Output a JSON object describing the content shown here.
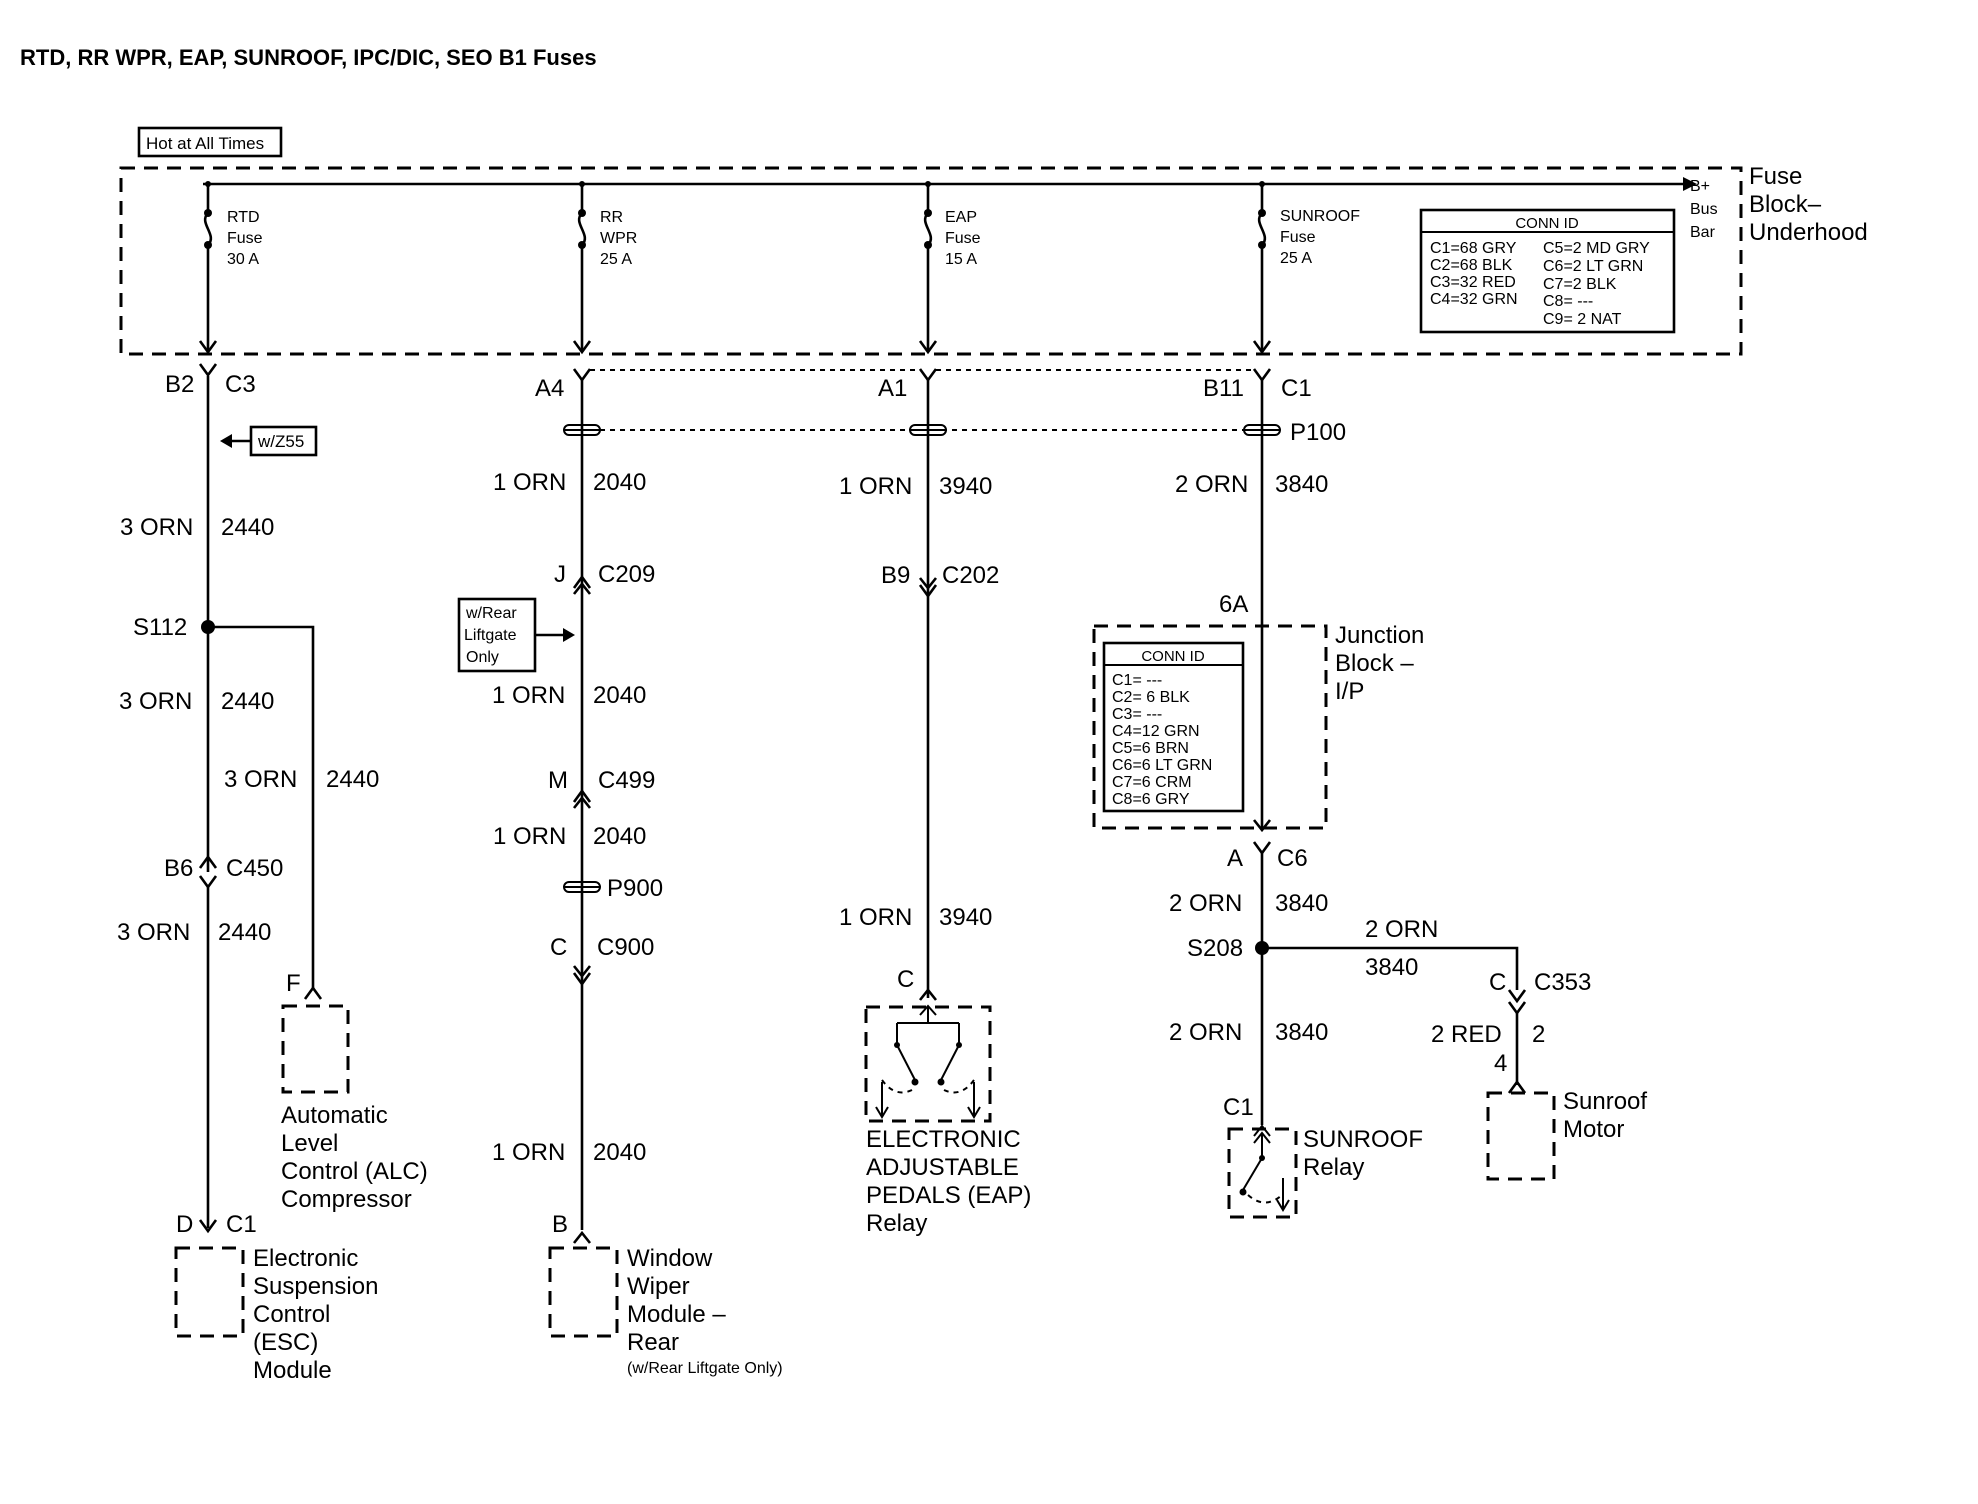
{
  "title": "RTD, RR WPR, EAP, SUNROOF, IPC/DIC, SEO B1 Fuses",
  "hot_label": "Hot at All Times",
  "bus_bar": {
    "line1": "B+",
    "line2": "Bus",
    "line3": "Bar"
  },
  "fuse_block": {
    "line1": "Fuse",
    "line2": "Block–",
    "line3": "Underhood"
  },
  "fuses": [
    {
      "line1": "RTD",
      "line2": "Fuse",
      "line3": "30 A"
    },
    {
      "line1": "RR",
      "line2": "WPR",
      "line3": "25 A"
    },
    {
      "line1": "EAP",
      "line2": "Fuse",
      "line3": "15 A"
    },
    {
      "line1": "SUNROOF",
      "line2": "Fuse",
      "line3": "25 A"
    }
  ],
  "conn_id_fuse_block": {
    "header": "CONN ID",
    "left": [
      "C1=68 GRY",
      "C2=68 BLK",
      "C3=32 RED",
      "C4=32 GRN"
    ],
    "right": [
      "C5=2 MD GRY",
      "C6=2 LT GRN",
      "C7=2 BLK",
      "C8= ---",
      "C9= 2 NAT"
    ]
  },
  "conn_id_junction": {
    "header": "CONN ID",
    "rows": [
      "C1= ---",
      "C2= 6 BLK",
      "C3= ---",
      "C4=12 GRN",
      "C5=6 BRN",
      "C6=6 LT GRN",
      "C7=6 CRM",
      "C8=6 GRY"
    ]
  },
  "junction_block": {
    "line1": "Junction",
    "line2": "Block –",
    "line3": "I/P"
  },
  "labels": {
    "b2": "B2",
    "c3": "C3",
    "a4": "A4",
    "a1": "A1",
    "b11": "B11",
    "c1_top": "C1",
    "p100": "P100",
    "wz55": "w/Z55",
    "w1_wire": "3 ORN",
    "w1_circ": "2440",
    "w2_wire": "1 ORN",
    "w2_circ": "2040",
    "w3_wire": "1 ORN",
    "w3_circ": "3940",
    "w4_wire": "2 ORN",
    "w4_circ": "3840",
    "s112": "S112",
    "w1b_wire": "3 ORN",
    "w1b_circ": "2440",
    "w1c_wire": "3 ORN",
    "w1c_circ": "2440",
    "b6": "B6",
    "c450": "C450",
    "w1d_wire": "3 ORN",
    "w1d_circ": "2440",
    "j": "J",
    "c209": "C209",
    "liftgate1": "w/Rear",
    "liftgate2": "Liftgate",
    "liftgate3": "Only",
    "w2b_wire": "1 ORN",
    "w2b_circ": "2040",
    "m": "M",
    "c499": "C499",
    "w2c_wire": "1 ORN",
    "w2c_circ": "2040",
    "p900": "P900",
    "c_c900": "C",
    "c900": "C900",
    "w2d_wire": "1 ORN",
    "w2d_circ": "2040",
    "b_wiper": "B",
    "b9": "B9",
    "c202": "C202",
    "w3b_wire": "1 ORN",
    "w3b_circ": "3940",
    "c_eap": "C",
    "six_a": "6A",
    "a_c6": "A",
    "c6": "C6",
    "w4b_wire": "2 ORN",
    "w4b_circ": "3840",
    "s208": "S208",
    "w4c_wire": "2 ORN",
    "w4c_circ": "3840",
    "w5_wire": "2 ORN",
    "w5_circ": "3840",
    "c_c353": "C",
    "c353": "C353",
    "red_wire": "2 RED",
    "red_circ": "2",
    "pin4": "4",
    "c1_sun": "C1",
    "f_alc": "F",
    "d_esc": "D",
    "c1_esc": "C1"
  },
  "components": {
    "alc": [
      "Automatic",
      "Level",
      "Control (ALC)",
      "Compressor"
    ],
    "esc": [
      "Electronic",
      "Suspension",
      "Control",
      "(ESC)",
      "Module"
    ],
    "wiper": [
      "Window",
      "Wiper",
      "Module –",
      "Rear"
    ],
    "wiper_note": "(w/Rear Liftgate Only)",
    "eap": [
      "ELECTRONIC",
      "ADJUSTABLE",
      "PEDALS (EAP)",
      "Relay"
    ],
    "sunroof_relay": [
      "SUNROOF",
      "Relay"
    ],
    "sunroof_motor": [
      "Sunroof",
      "Motor"
    ]
  }
}
